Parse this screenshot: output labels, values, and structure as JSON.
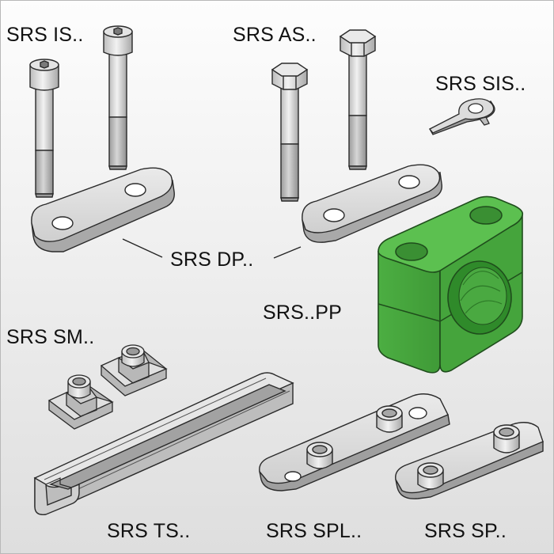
{
  "labels": {
    "socket_screw": "SRS IS..",
    "hex_screw": "SRS AS..",
    "safety_plate": "SRS SIS..",
    "cover_plate": "SRS DP..",
    "clamp_pair": "SRS..PP",
    "channel_nut": "SRS SM..",
    "mounting_rail": "SRS TS..",
    "stacking_plate": "SRS SPL..",
    "weld_plate": "SRS SP.."
  },
  "colors": {
    "clamp": "#55b848",
    "clamp_dark": "#2f7d2c",
    "metal": "#d8d8d8",
    "metal_dark": "#9a9a9a",
    "outline": "#2a2a2a",
    "background_top": "#fbfbfb",
    "background_bottom": "#e3e3e3"
  }
}
